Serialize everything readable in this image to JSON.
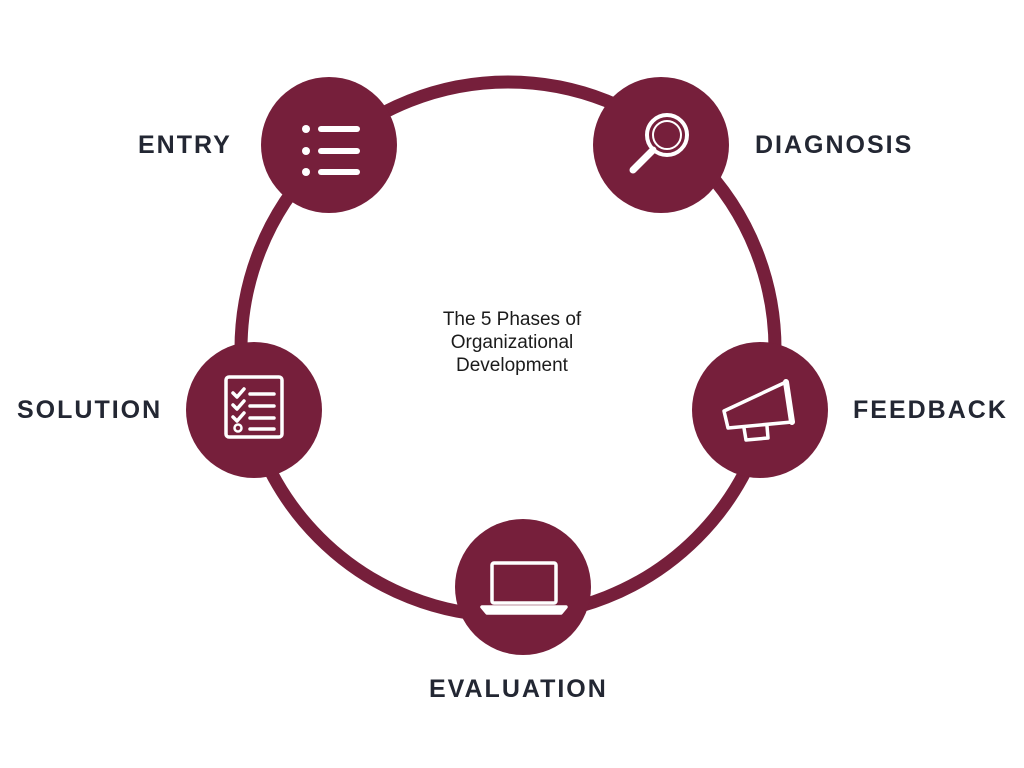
{
  "diagram": {
    "title_lines": [
      "The 5 Phases of",
      "Organizational",
      "Development"
    ],
    "accent_color": "#761F3B",
    "label_color": "#232733",
    "phases": [
      {
        "label": "ENTRY",
        "icon": "list-icon"
      },
      {
        "label": "DIAGNOSIS",
        "icon": "magnifier-icon"
      },
      {
        "label": "FEEDBACK",
        "icon": "megaphone-icon"
      },
      {
        "label": "EVALUATION",
        "icon": "laptop-icon"
      },
      {
        "label": "SOLUTION",
        "icon": "checklist-icon"
      }
    ]
  }
}
